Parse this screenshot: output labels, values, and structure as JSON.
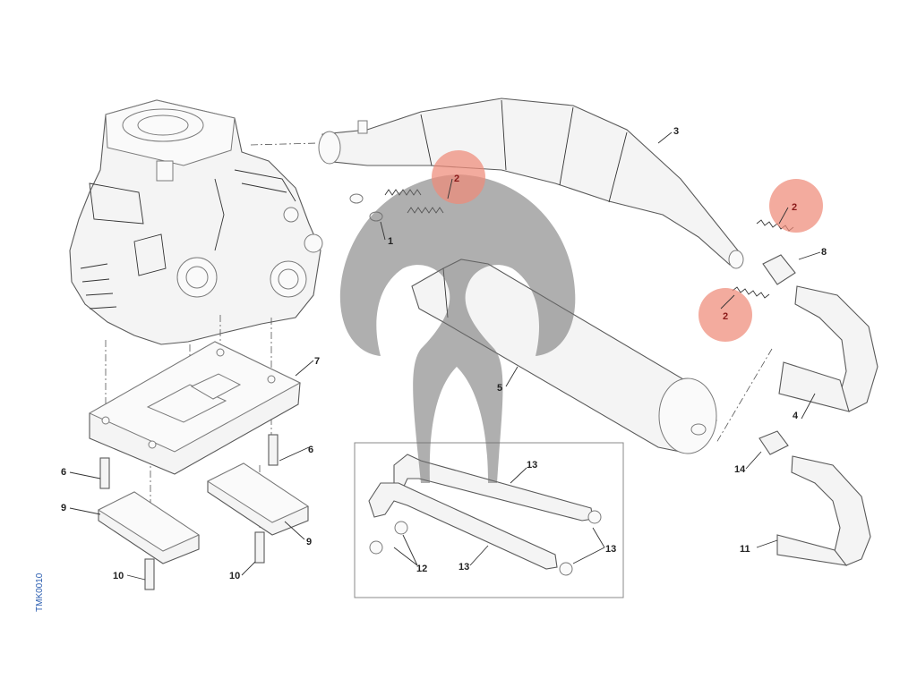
{
  "diagram": {
    "drawing_code": "TMK0010",
    "callouts": [
      {
        "id": "c1",
        "label": "1"
      },
      {
        "id": "c2a",
        "label": "2"
      },
      {
        "id": "c2b",
        "label": "2"
      },
      {
        "id": "c2c",
        "label": "2"
      },
      {
        "id": "c3",
        "label": "3"
      },
      {
        "id": "c4",
        "label": "4"
      },
      {
        "id": "c5",
        "label": "5"
      },
      {
        "id": "c6a",
        "label": "6"
      },
      {
        "id": "c6b",
        "label": "6"
      },
      {
        "id": "c7",
        "label": "7"
      },
      {
        "id": "c8",
        "label": "8"
      },
      {
        "id": "c9a",
        "label": "9"
      },
      {
        "id": "c9b",
        "label": "9"
      },
      {
        "id": "c10a",
        "label": "10"
      },
      {
        "id": "c10b",
        "label": "10"
      },
      {
        "id": "c11",
        "label": "11"
      },
      {
        "id": "c12",
        "label": "12"
      },
      {
        "id": "c13a",
        "label": "13"
      },
      {
        "id": "c13b",
        "label": "13"
      },
      {
        "id": "c13c",
        "label": "13"
      },
      {
        "id": "c14",
        "label": "14"
      }
    ],
    "colors": {
      "highlight": "#ef8a78",
      "watermark": "#6e6e6e",
      "line": "#333333",
      "code": "#2a5db0"
    }
  }
}
